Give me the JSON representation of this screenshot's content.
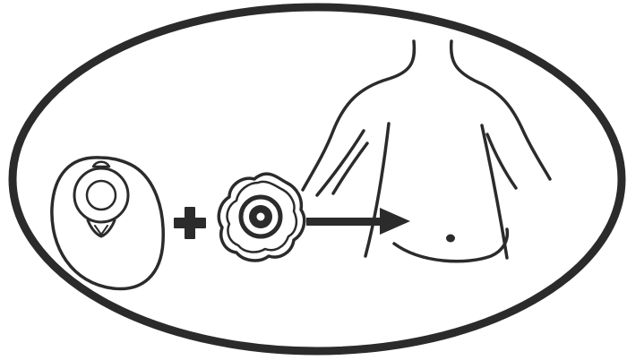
{
  "diagram": {
    "kind": "pictogram",
    "parts": [
      {
        "role": "ostomy-pouch",
        "icon": "pouch-icon"
      },
      {
        "role": "operator",
        "symbol": "+"
      },
      {
        "role": "skin-barrier",
        "icon": "barrier-wafer-icon"
      },
      {
        "role": "pointer",
        "icon": "arrow-right-icon"
      },
      {
        "role": "target",
        "icon": "torso-icon"
      }
    ]
  },
  "colors": {
    "stroke": "#2b2b2b",
    "fill_dark": "#2b2b2b",
    "background": "#ffffff"
  }
}
